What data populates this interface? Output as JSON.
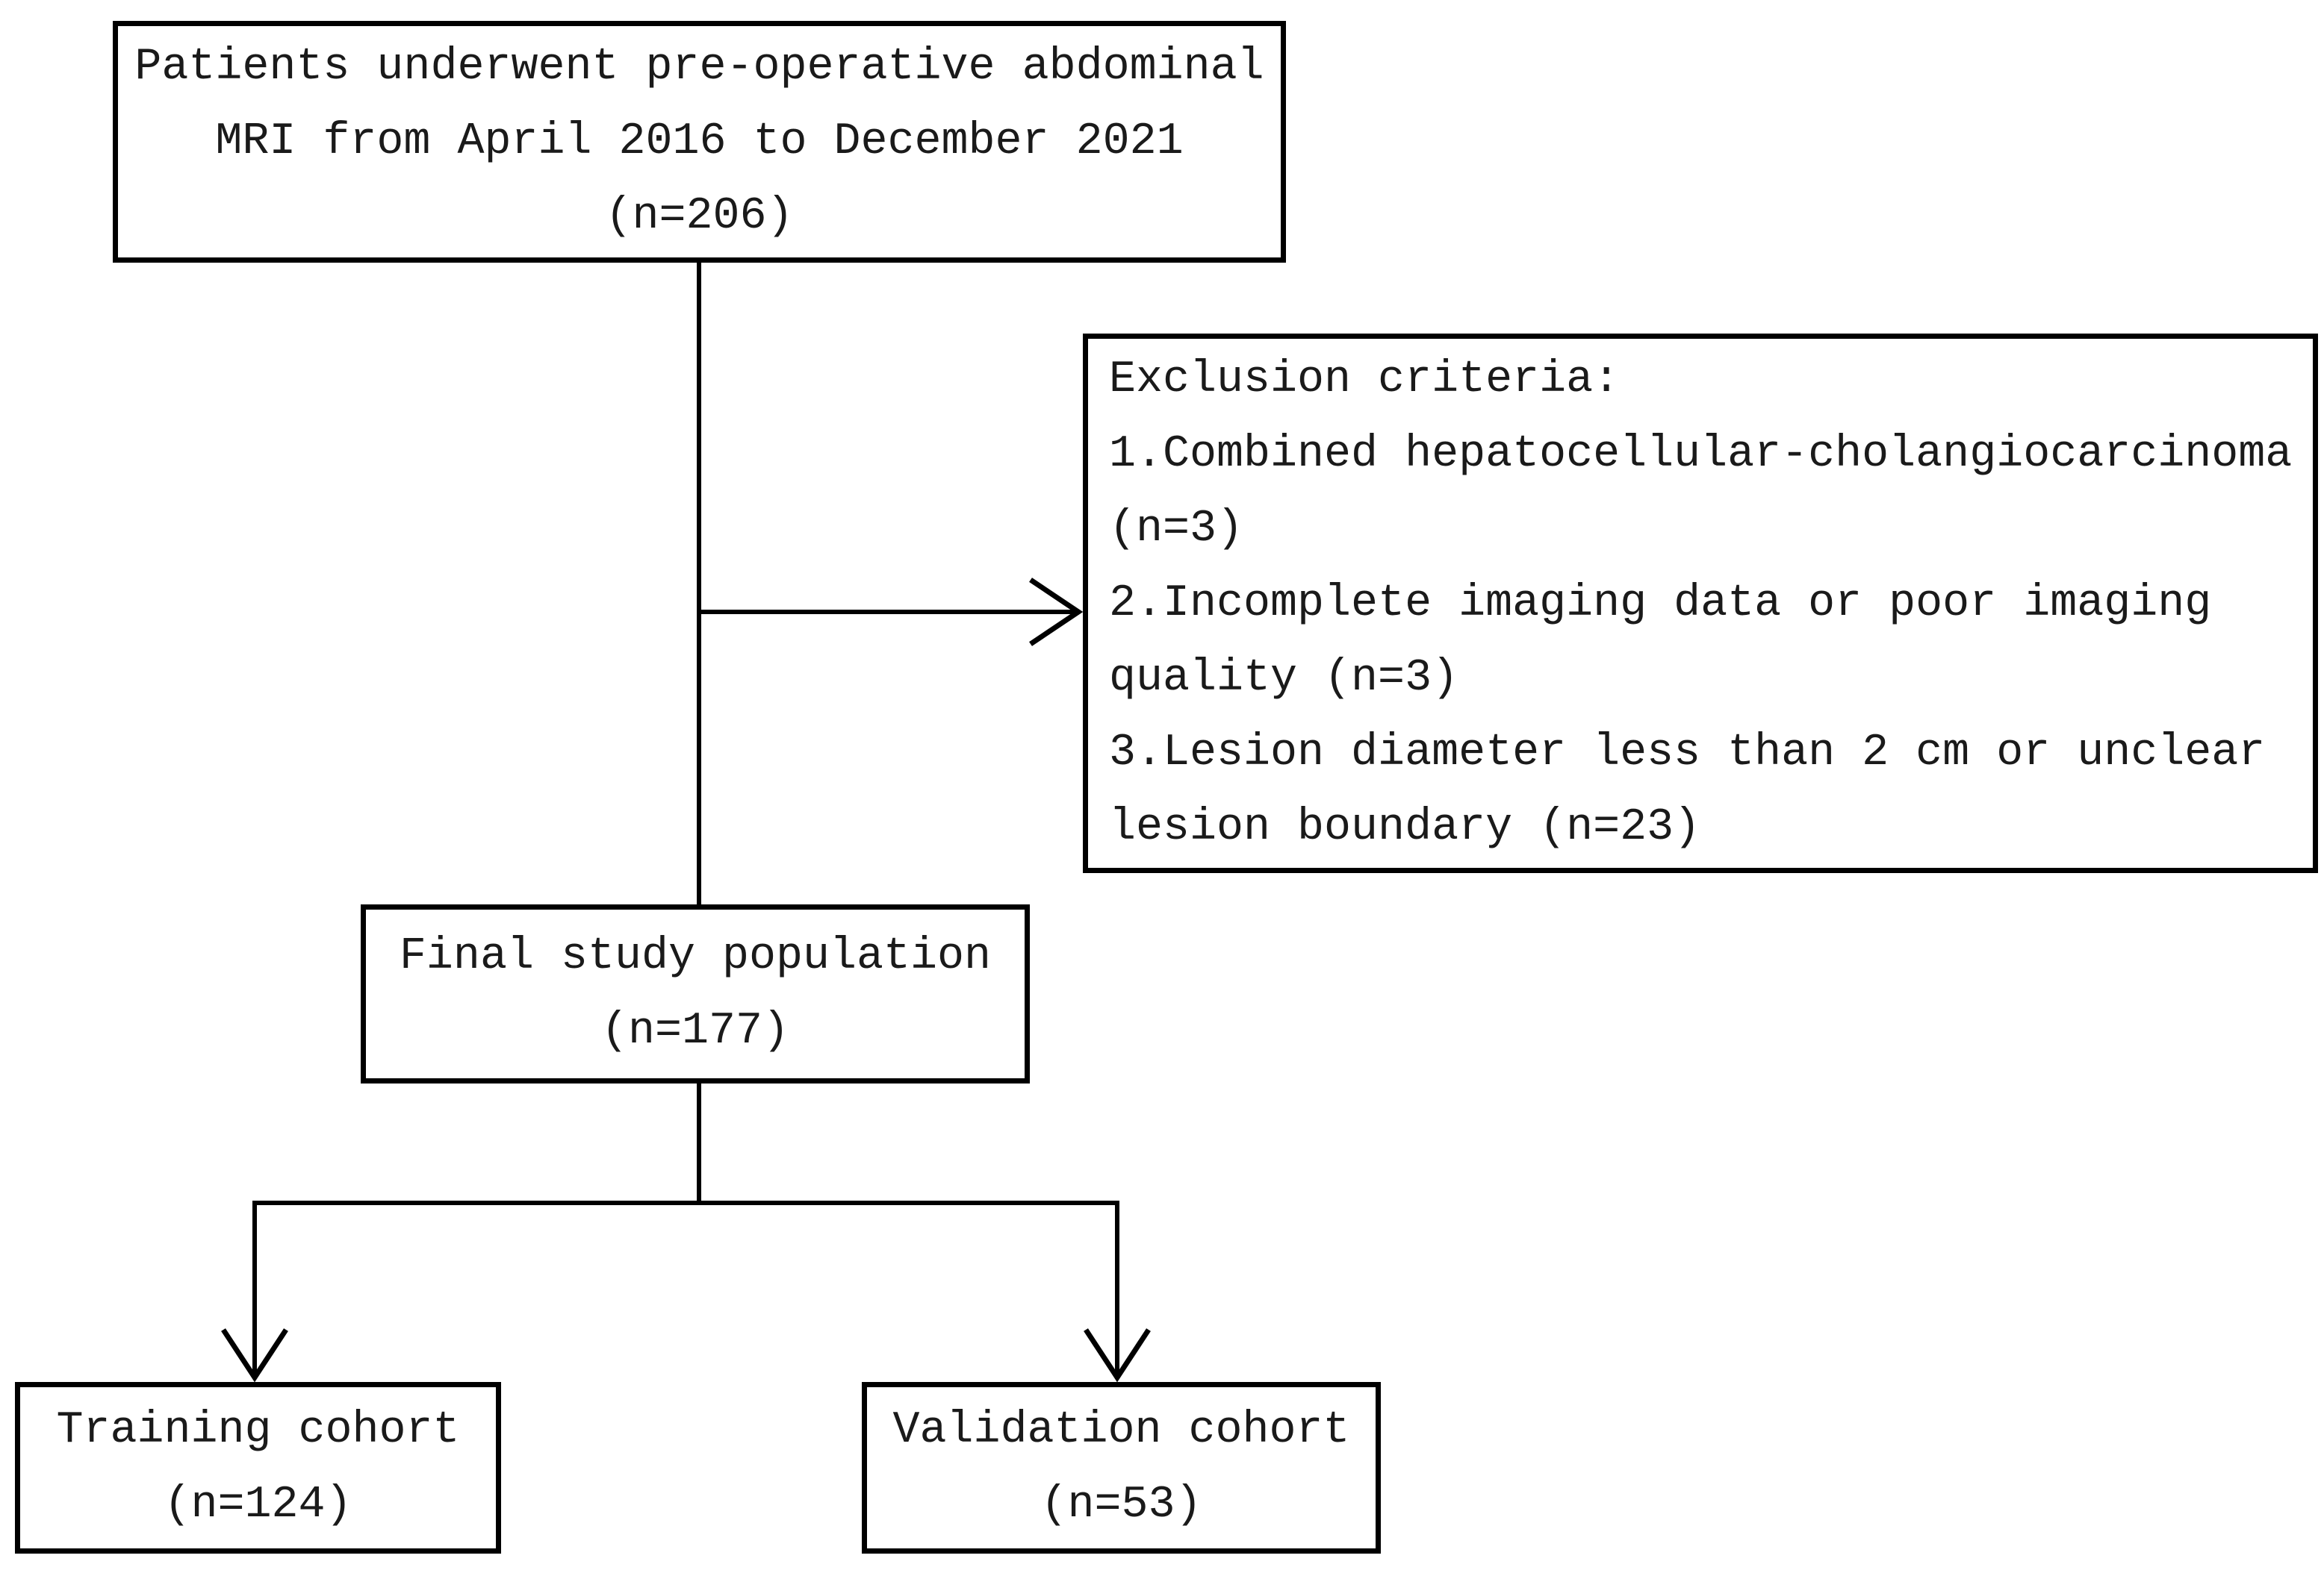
{
  "figure": {
    "background": "#ffffff",
    "line_color": "#000000",
    "text_color": "#1a1a1a"
  },
  "nodes": {
    "initial": {
      "lines": [
        "Patients underwent pre-operative abdominal",
        "MRI from April 2016 to December 2021",
        "(n=206)"
      ]
    },
    "exclusion": {
      "lines": [
        "Exclusion criteria:",
        "1.Combined hepatocellular-cholangiocarcinoma",
        "(n=3)",
        "2.Incomplete imaging data or poor imaging",
        "quality (n=3)",
        "3.Lesion diameter less than 2 cm or unclear",
        "lesion boundary (n=23)"
      ]
    },
    "final": {
      "lines": [
        "Final study population",
        "(n=177)"
      ]
    },
    "training": {
      "lines": [
        "Training cohort",
        "(n=124)"
      ]
    },
    "validation": {
      "lines": [
        "Validation cohort",
        "(n=53)"
      ]
    }
  }
}
